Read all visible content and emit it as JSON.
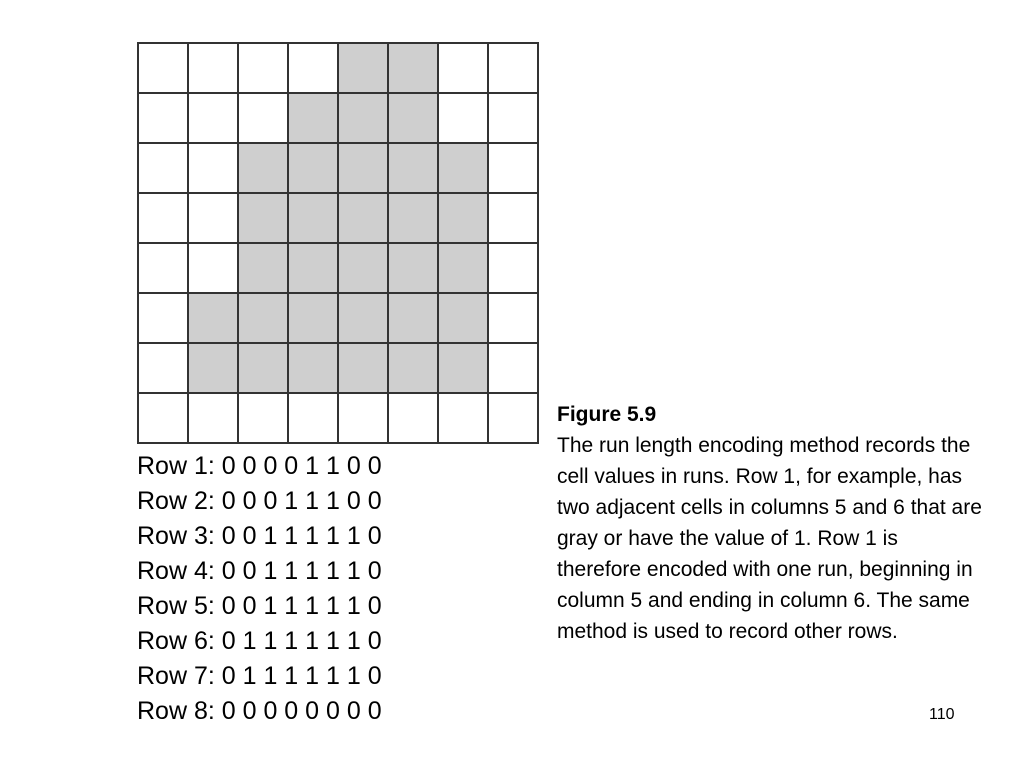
{
  "colors": {
    "filled": "#cfcfcf",
    "empty": "#ffffff",
    "grid_line": "#333333"
  },
  "grid": {
    "rows": [
      [
        0,
        0,
        0,
        0,
        1,
        1,
        0,
        0
      ],
      [
        0,
        0,
        0,
        1,
        1,
        1,
        0,
        0
      ],
      [
        0,
        0,
        1,
        1,
        1,
        1,
        1,
        0
      ],
      [
        0,
        0,
        1,
        1,
        1,
        1,
        1,
        0
      ],
      [
        0,
        0,
        1,
        1,
        1,
        1,
        1,
        0
      ],
      [
        0,
        1,
        1,
        1,
        1,
        1,
        1,
        0
      ],
      [
        0,
        1,
        1,
        1,
        1,
        1,
        1,
        0
      ],
      [
        0,
        0,
        0,
        0,
        0,
        0,
        0,
        0
      ]
    ]
  },
  "row_labels": [
    "Row 1: 0 0 0 0 1 1 0 0",
    "Row 2: 0 0 0 1 1 1 0 0",
    "Row 3: 0 0 1 1 1 1 1 0",
    "Row 4: 0 0 1 1 1 1 1 0",
    "Row 5: 0 0 1 1 1 1 1 0",
    "Row 6: 0 1 1 1 1 1 1 0",
    "Row 7: 0 1 1 1 1 1 1 0",
    "Row 8: 0 0 0 0 0 0 0 0"
  ],
  "caption": {
    "title": "Figure 5.9",
    "body": "The run length encoding method records the cell values in runs. Row 1, for example, has two adjacent cells in columns 5 and 6 that are gray or have the value of 1. Row 1 is therefore encoded with one run, beginning in column 5 and ending in column 6. The same method is used to record other rows."
  },
  "page_number": "110"
}
